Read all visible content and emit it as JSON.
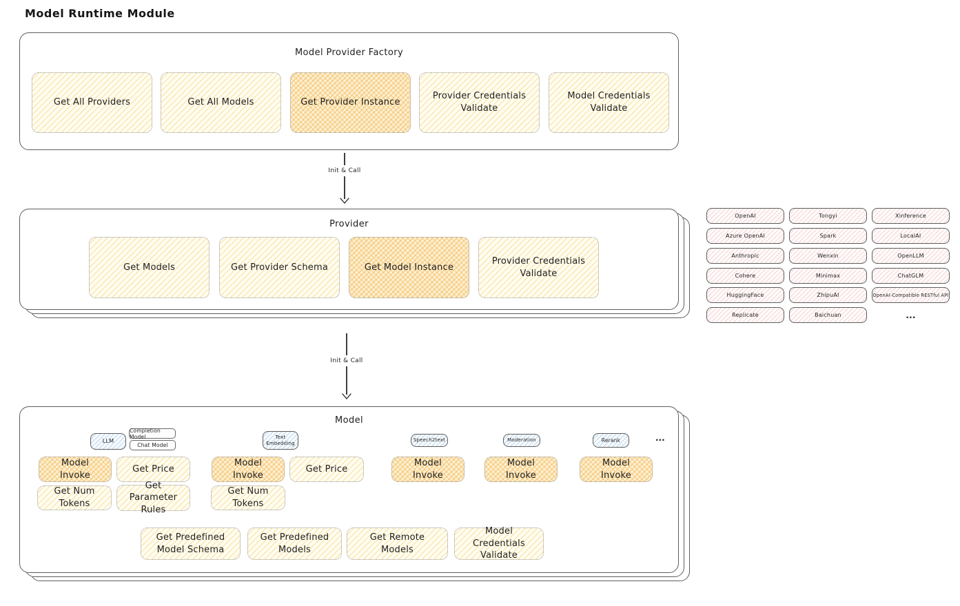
{
  "title": "Model Runtime Module",
  "arrows": {
    "label_1": "Init & Call",
    "label_2": "Init & Call"
  },
  "factory": {
    "title": "Model Provider Factory",
    "boxes": [
      {
        "label": "Get All Providers",
        "highlight": false
      },
      {
        "label": "Get All Models",
        "highlight": false
      },
      {
        "label": "Get Provider Instance",
        "highlight": true
      },
      {
        "label": "Provider Credentials Validate",
        "highlight": false
      },
      {
        "label": "Model Credentials Validate",
        "highlight": false
      }
    ]
  },
  "provider": {
    "title": "Provider",
    "boxes": [
      {
        "label": "Get Models",
        "highlight": false
      },
      {
        "label": "Get Provider Schema",
        "highlight": false
      },
      {
        "label": "Get Model Instance",
        "highlight": true
      },
      {
        "label": "Provider Credentials Validate",
        "highlight": false
      }
    ]
  },
  "provider_list": {
    "items": [
      "OpenAI",
      "Tongyi",
      "Xinference",
      "Azure OpenAI",
      "Spark",
      "LocalAI",
      "Anthropic",
      "Wenxin",
      "OpenLLM",
      "Cohere",
      "Minimax",
      "ChatGLM",
      "HuggingFace",
      "ZhipuAI",
      "OpenAI-Compatible RESTful API",
      "Replicate",
      "Baichuan",
      "..."
    ]
  },
  "model": {
    "title": "Model",
    "tabs": {
      "llm": "LLM",
      "completion": "Completion Model",
      "chat": "Chat Model",
      "text_embedding": "Text Embedding",
      "speech2text": "Speech2text",
      "moderation": "Moderation",
      "rerank": "Rerank",
      "more": "..."
    },
    "row1": [
      "Model Invoke",
      "Get Price",
      "Model Invoke",
      "Get Price",
      "Model Invoke",
      "Model Invoke",
      "Model Invoke"
    ],
    "row2": [
      "Get Num Tokens",
      "Get Parameter Rules",
      "Get Num Tokens"
    ],
    "bottom": [
      "Get Predefined Model Schema",
      "Get Predefined Models",
      "Get Remote Models",
      "Model Credentials Validate"
    ]
  },
  "colors": {
    "highlight_fill": "#f6c87a",
    "yellow_fill": "#fbeec6",
    "pink_fill": "#f6cfcf",
    "blue_fill": "#cde3f4",
    "panel_border": "#5d5d5d",
    "dotted_border": "#979797",
    "arrow": "#3d3d3d",
    "text": "#1f1f1f"
  }
}
